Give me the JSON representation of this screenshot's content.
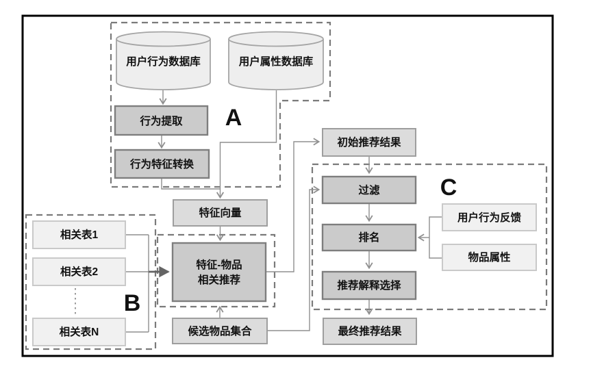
{
  "figure": {
    "type": "flowchart",
    "section_labels": {
      "a": "A",
      "b": "B",
      "c": "C"
    },
    "nodes": {
      "db_user_behavior": "用户行为数据库",
      "db_user_attribute": "用户属性数据库",
      "behavior_extraction": "行为提取",
      "behavior_feature_transform": "行为特征转换",
      "feature_vector": "特征向量",
      "feature_item_recommend_line1": "特征-物品",
      "feature_item_recommend_line2": "相关推荐",
      "candidate_item_set": "候选物品集合",
      "related_table_1": "相关表1",
      "related_table_2": "相关表2",
      "related_table_n": "相关表N",
      "initial_recommend_result": "初始推荐结果",
      "filter": "过滤",
      "rank": "排名",
      "recommend_explanation_select": "推荐解释选择",
      "final_recommend_result": "最终推荐结果",
      "user_behavior_feedback": "用户行为反馈",
      "item_attribute": "物品属性"
    },
    "colors": {
      "process_box_fill": "#cbcbcb",
      "process_box_border": "#7e7e7e",
      "data_box_fill": "#dcdcdc",
      "data_box_border": "#9e9e9e",
      "input_box_fill": "#f1f1f1",
      "input_box_border": "#c9c9c9",
      "cylinder_fill": "#eeeeee",
      "cylinder_border": "#a5a5a5",
      "connector_line": "#8f8f8f",
      "dashed_region_border": "#7a7a7a",
      "outer_frame": "#000000",
      "text": "#111111"
    }
  }
}
